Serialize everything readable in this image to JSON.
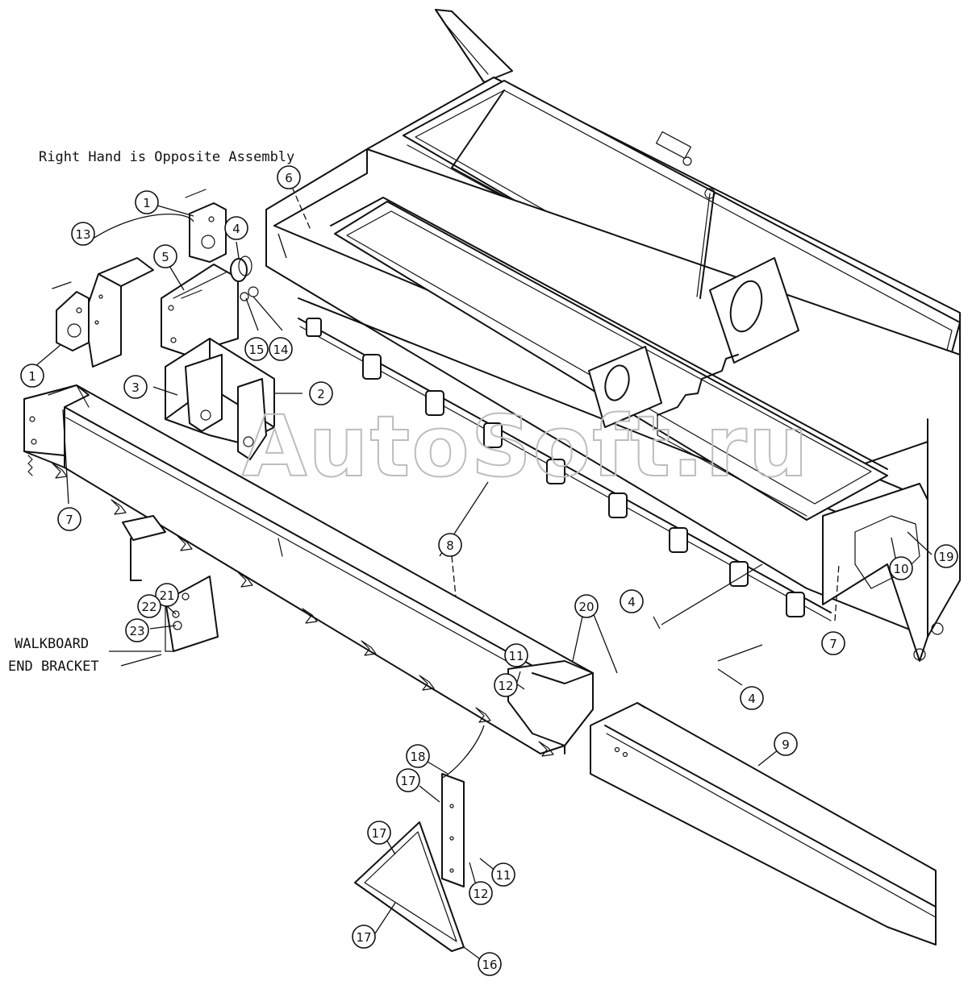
{
  "diagram": {
    "note": "Right Hand is Opposite Assembly",
    "side_label_line1": "WALKBOARD",
    "side_label_line2": "END BRACKET",
    "watermark": "AutoSoft.ru"
  },
  "callouts": [
    {
      "id": "c1a",
      "label": "1"
    },
    {
      "id": "c13",
      "label": "13"
    },
    {
      "id": "c5",
      "label": "5"
    },
    {
      "id": "c4a",
      "label": "4"
    },
    {
      "id": "c6",
      "label": "6"
    },
    {
      "id": "c1b",
      "label": "1"
    },
    {
      "id": "c15",
      "label": "15"
    },
    {
      "id": "c14",
      "label": "14"
    },
    {
      "id": "c3",
      "label": "3"
    },
    {
      "id": "c2",
      "label": "2"
    },
    {
      "id": "c7a",
      "label": "7"
    },
    {
      "id": "c8",
      "label": "8"
    },
    {
      "id": "c21",
      "label": "21"
    },
    {
      "id": "c22",
      "label": "22"
    },
    {
      "id": "c23",
      "label": "23"
    },
    {
      "id": "c20",
      "label": "20"
    },
    {
      "id": "c4b",
      "label": "4"
    },
    {
      "id": "c11a",
      "label": "11"
    },
    {
      "id": "c12a",
      "label": "12"
    },
    {
      "id": "c10",
      "label": "10"
    },
    {
      "id": "c19",
      "label": "19"
    },
    {
      "id": "c7b",
      "label": "7"
    },
    {
      "id": "c4c",
      "label": "4"
    },
    {
      "id": "c9",
      "label": "9"
    },
    {
      "id": "c18",
      "label": "18"
    },
    {
      "id": "c17a",
      "label": "17"
    },
    {
      "id": "c17b",
      "label": "17"
    },
    {
      "id": "c12b",
      "label": "12"
    },
    {
      "id": "c11b",
      "label": "11"
    },
    {
      "id": "c17c",
      "label": "17"
    },
    {
      "id": "c16",
      "label": "16"
    }
  ]
}
